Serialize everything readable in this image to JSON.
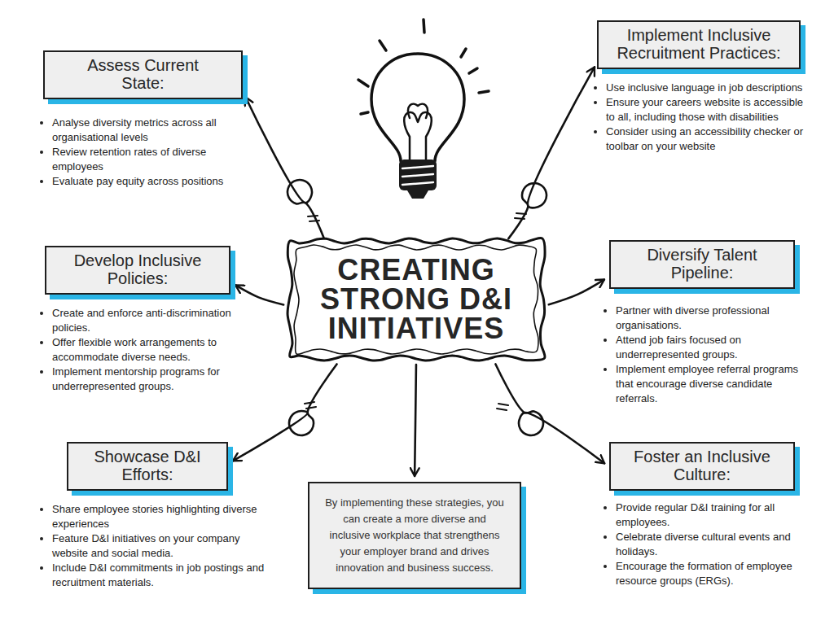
{
  "diagram": {
    "nodes": [
      {
        "text": [
          "Assess Current State:",
          "Analyse diversity metrics across all organisational levels",
          "Review retention rates of diverse employees",
          "Evaluate pay equity across positions"
        ]
      },
      {
        "text": [
          "Implement Inclusive Recruitment Practices:",
          "Use inclusive language in job descriptions",
          "Ensure your careers website is accessible to all, including those with disabilities",
          "Consider using an accessibility checker or toolbar on your website"
        ]
      },
      {
        "text": [
          "Develop Inclusive Policies:",
          "Create and enforce anti-discrimination policies.",
          "Offer flexible work arrangements to accommodate diverse needs.",
          "Implement mentorship programs for underrepresented groups."
        ]
      },
      {
        "text": [
          "CREATING STRONG D&I INITIATIVES"
        ]
      },
      {
        "text": [
          "Diversify Talent Pipeline:",
          "Partner with diverse professional organisations.",
          "Attend job fairs focused on underrepresented groups.",
          "Implement employee referral programs that encourage diverse candidate referrals."
        ]
      },
      {
        "text": [
          "Showcase D&I Efforts:",
          "Share employee stories highlighting diverse experiences",
          "Feature D&I initiatives on your company website and social media.",
          "Include D&I commitments in job postings and recruitment materials."
        ]
      },
      {
        "text": [
          "By implementing these strategies, you can create a more diverse and inclusive workplace that strengthens your employer brand and drives innovation and business success."
        ]
      },
      {
        "text": [
          "Foster an Inclusive Culture:",
          "Provide regular D&I training for all employees.",
          "Celebrate diverse cultural events and holidays.",
          "Encourage the formation of employee resource groups (ERGs)."
        ]
      }
    ],
    "edges": [
      {
        "from": 3,
        "to": 0,
        "arrow": "to"
      },
      {
        "from": 3,
        "to": 1,
        "arrow": "to"
      },
      {
        "from": 3,
        "to": 2,
        "arrow": "to"
      },
      {
        "from": 3,
        "to": 4,
        "arrow": "to"
      },
      {
        "from": 3,
        "to": 5,
        "arrow": "to"
      },
      {
        "from": 3,
        "to": 6,
        "arrow": "to"
      },
      {
        "from": 3,
        "to": 7,
        "arrow": "to"
      }
    ]
  }
}
